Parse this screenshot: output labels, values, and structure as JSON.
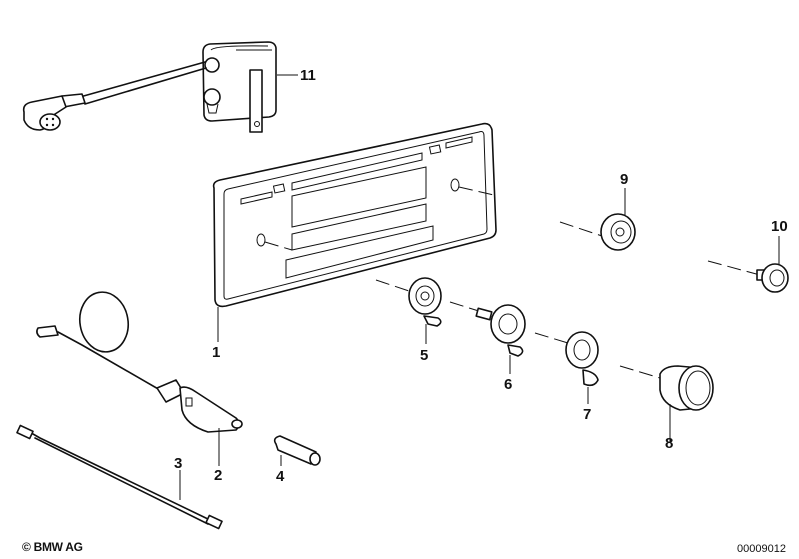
{
  "diagram": {
    "title": "Radio trim panel and fittings — exploded parts view",
    "callouts": [
      {
        "id": "1",
        "part": "radio-panel-trim"
      },
      {
        "id": "2",
        "part": "antenna-cable-plug"
      },
      {
        "id": "3",
        "part": "connecting-cable"
      },
      {
        "id": "4",
        "part": "fuse"
      },
      {
        "id": "5",
        "part": "knob-adapter-5"
      },
      {
        "id": "6",
        "part": "knob-adapter-6"
      },
      {
        "id": "7",
        "part": "knob-adapter-7"
      },
      {
        "id": "8",
        "part": "control-knob"
      },
      {
        "id": "9",
        "part": "knob-cap-9"
      },
      {
        "id": "10",
        "part": "knob-cap-10"
      },
      {
        "id": "11",
        "part": "noise-suppressor-box"
      }
    ]
  },
  "footer": {
    "copyright": "© BMW AG",
    "drawing_number": "00009012"
  }
}
